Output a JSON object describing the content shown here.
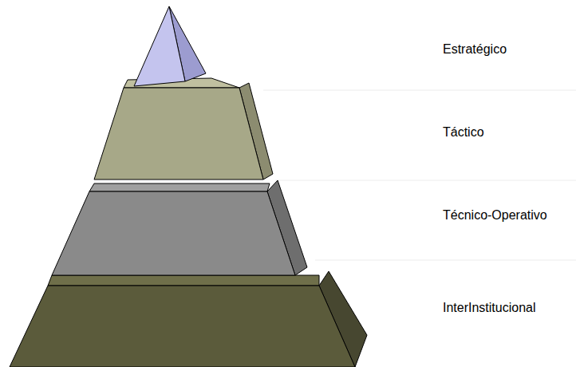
{
  "diagram": {
    "labels": [
      "Estratégico",
      "Táctico",
      "Técnico-Operativo",
      "InterInstitucional"
    ]
  }
}
